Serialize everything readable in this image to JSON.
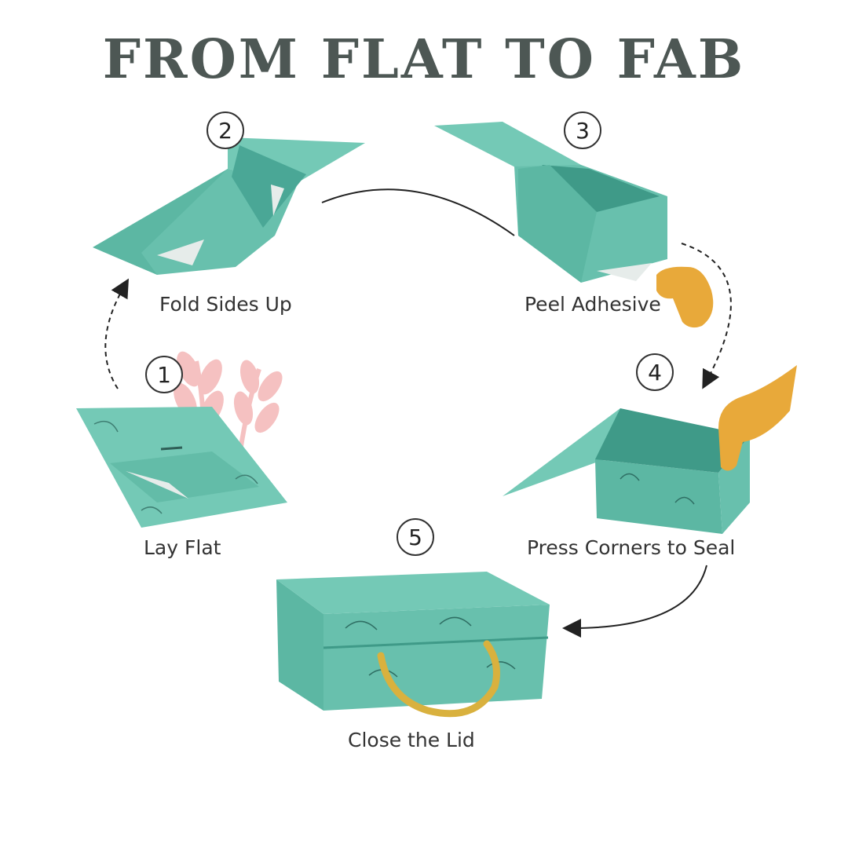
{
  "title": "FROM FLAT TO FAB",
  "steps": [
    {
      "number": "1",
      "label": "Lay Flat"
    },
    {
      "number": "2",
      "label": "Fold Sides Up"
    },
    {
      "number": "3",
      "label": "Peel Adhesive"
    },
    {
      "number": "4",
      "label": "Press Corners to  Seal"
    },
    {
      "number": "5",
      "label": "Close the Lid"
    }
  ],
  "colors": {
    "box_light": "#74c9b6",
    "box_mid": "#5cb7a3",
    "box_dark": "#3f9a88",
    "hand": "#e8a93a",
    "rope": "#d9b13e",
    "title": "#4d5754",
    "watermark": "#f4b7b7"
  },
  "icons": [
    "wheat-watermark-icon",
    "hand-icon",
    "rope-handle-icon"
  ]
}
